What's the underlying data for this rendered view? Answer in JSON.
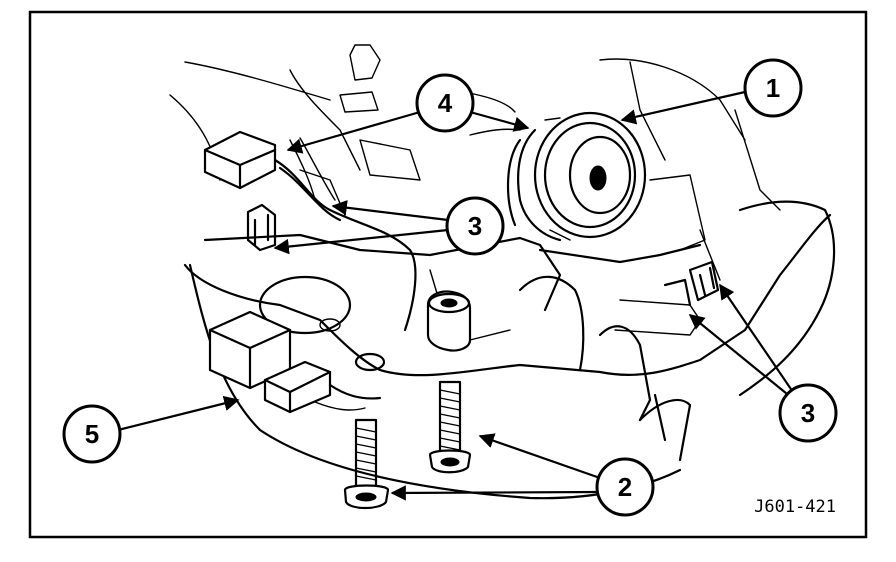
{
  "figure_code": "J601-421",
  "callouts": [
    {
      "id": "c1",
      "label": "1"
    },
    {
      "id": "c2",
      "label": "2"
    },
    {
      "id": "c3a",
      "label": "3"
    },
    {
      "id": "c3b",
      "label": "3"
    },
    {
      "id": "c4",
      "label": "4"
    },
    {
      "id": "c5",
      "label": "5"
    }
  ]
}
